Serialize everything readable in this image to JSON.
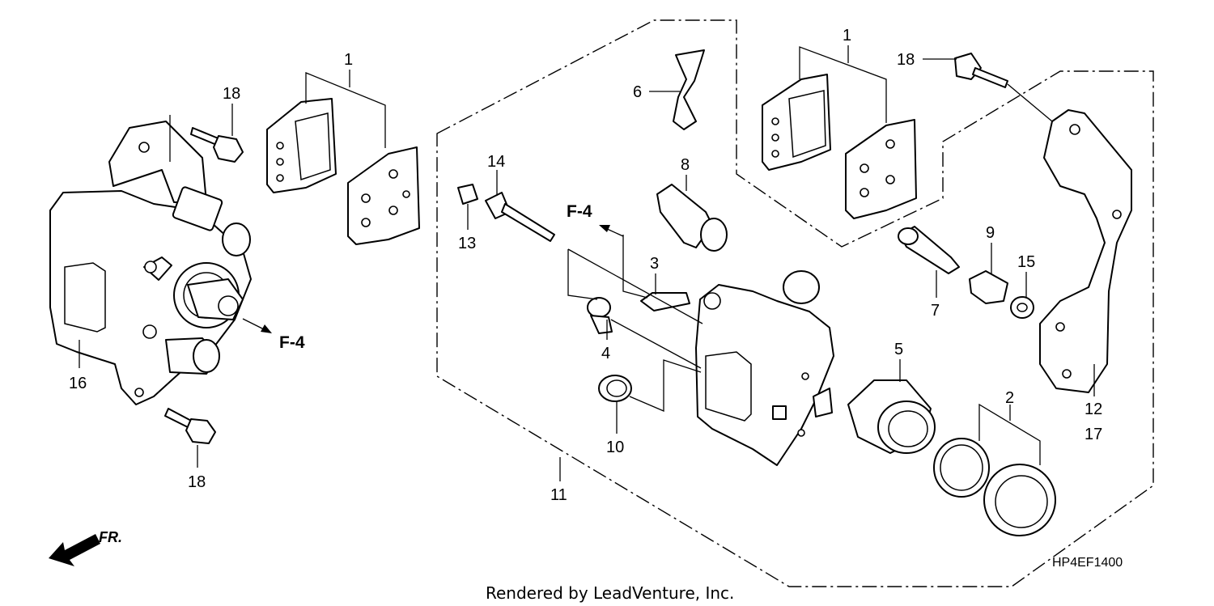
{
  "diagram": {
    "callouts": {
      "pads_left": "1",
      "pads_right": "1",
      "seal_kit": "2",
      "bleeder": "3",
      "bleeder_cap": "4",
      "piston": "5",
      "pad_spring": "6",
      "pin_bolt": "7",
      "pin_boot": "8",
      "boot_small": "9",
      "boot_lower": "10",
      "caliper_assy": "11",
      "bracket_a": "12",
      "bracket_b": "17",
      "plug": "13",
      "pad_pin": "14",
      "clip": "15",
      "caliper_left": "16",
      "bolt_top_left": "18",
      "bolt_bottom_left": "18",
      "bolt_top_right": "18"
    },
    "references": {
      "left": "F-4",
      "center": "F-4"
    },
    "direction_label": "FR.",
    "drawing_code": "HP4EF1400",
    "credit": "Rendered by LeadVenture, Inc."
  }
}
